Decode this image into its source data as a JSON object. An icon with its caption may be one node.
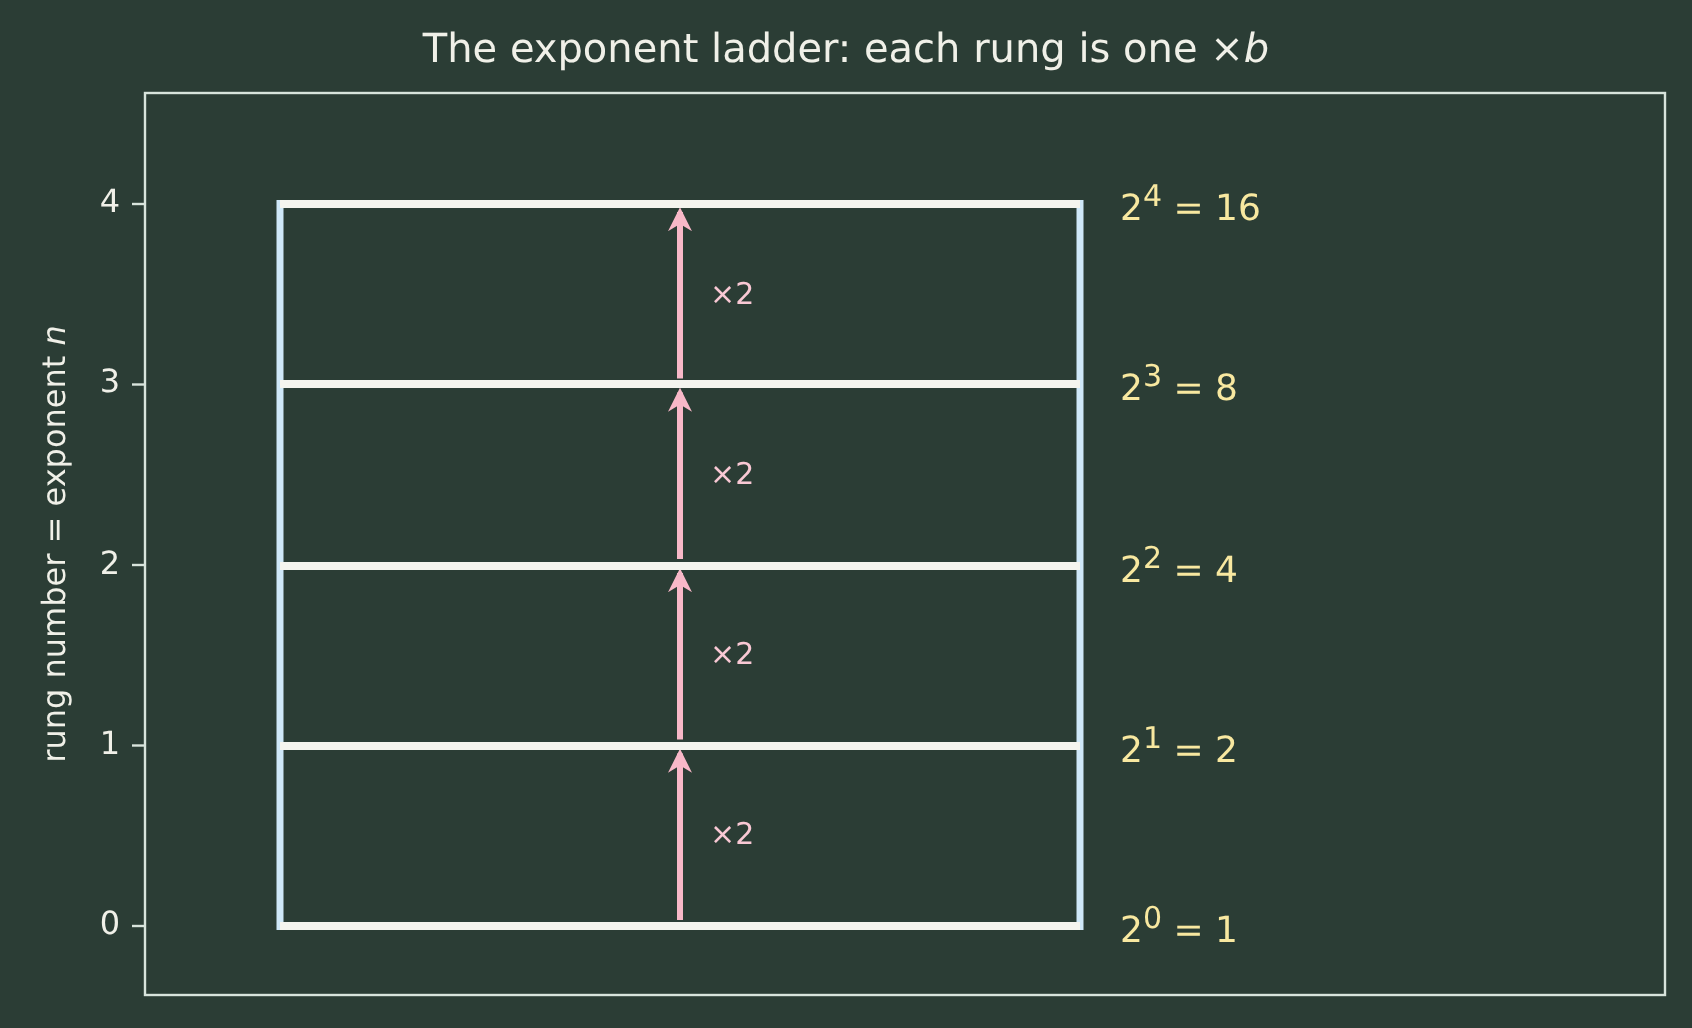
{
  "diagram": {
    "title": "The exponent ladder: each rung is one ×*b*",
    "nodes": [
      {
        "text": [],
        "shape": "bar",
        "beside": [
          "2$^{4}$ = 16"
        ]
      },
      {
        "text": [],
        "shape": "bar",
        "beside": [
          "2$^{3}$ = 8"
        ]
      },
      {
        "text": [],
        "shape": "bar",
        "beside": [
          "2$^{2}$ = 4"
        ]
      },
      {
        "text": [],
        "shape": "bar",
        "beside": [
          "2$^{1}$ = 2"
        ]
      },
      {
        "text": [],
        "shape": "bar",
        "beside": [
          "2$^{0}$ = 1"
        ]
      }
    ],
    "edges": [
      {
        "from": 4,
        "to": 3,
        "arrow": "to",
        "label": "×2"
      },
      {
        "from": 3,
        "to": 2,
        "arrow": "to",
        "label": "×2"
      },
      {
        "from": 2,
        "to": 1,
        "arrow": "to",
        "label": "×2"
      },
      {
        "from": 1,
        "to": 0,
        "arrow": "to",
        "label": "×2"
      }
    ],
    "labels": [
      "4",
      "3",
      "2",
      "1",
      "0",
      "rung number = exponent *n*"
    ]
  }
}
